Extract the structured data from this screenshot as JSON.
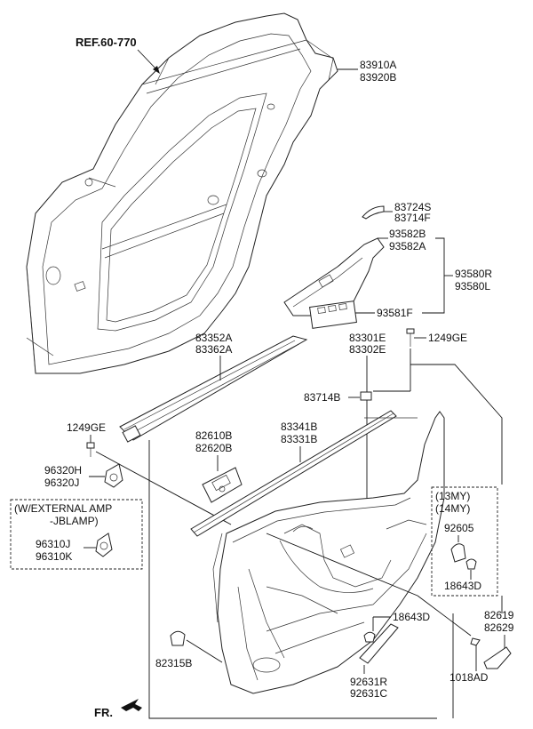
{
  "diagram": {
    "ref_label": "REF.60-770",
    "front_label": "FR.",
    "callouts": {
      "c83910": [
        "83910A",
        "83920B"
      ],
      "c83724": [
        "83724S",
        "83714F"
      ],
      "c93582": [
        "93582B",
        "93582A"
      ],
      "c93580": [
        "93580R",
        "93580L"
      ],
      "c93581": [
        "93581F"
      ],
      "c83352": [
        "83352A",
        "83362A"
      ],
      "c83301": [
        "83301E",
        "83302E"
      ],
      "c1249a": [
        "1249GE"
      ],
      "c83714b": [
        "83714B"
      ],
      "c1249b": [
        "1249GE"
      ],
      "c82610": [
        "82610B",
        "82620B"
      ],
      "c83341": [
        "83341B",
        "83331B"
      ],
      "c96320": [
        "96320H",
        "96320J"
      ],
      "c96310": [
        "96310J",
        "96310K"
      ],
      "c92605": [
        "92605"
      ],
      "c18643a": [
        "18643D"
      ],
      "c18643b": [
        "18643D"
      ],
      "c82619": [
        "82619",
        "82629"
      ],
      "c82315": [
        "82315B"
      ],
      "c92631": [
        "92631R",
        "92631C"
      ],
      "c1018": [
        "1018AD"
      ]
    },
    "box_external_lamp": [
      "(W/EXTERNAL AMP",
      "-JBLAMP)"
    ],
    "box_my": [
      "(13MY)",
      "(14MY)"
    ]
  }
}
